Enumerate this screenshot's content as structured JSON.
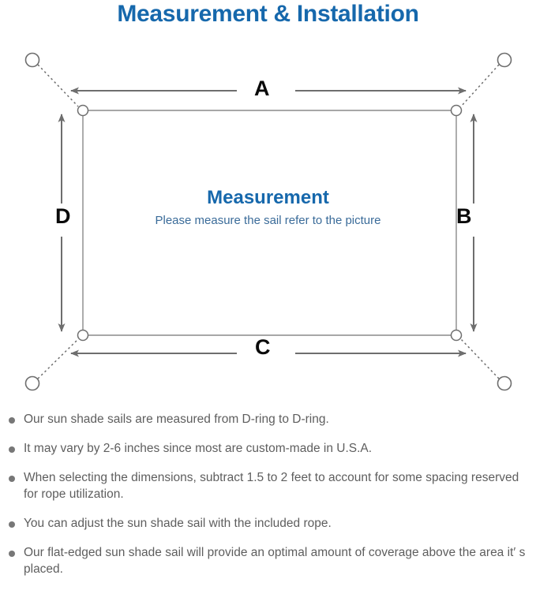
{
  "page": {
    "title": "Measurement & Installation",
    "title_color": "#1668ac",
    "background_color": "#ffffff"
  },
  "diagram": {
    "name": "shade-sail-measurement-diagram",
    "center_title": "Measurement",
    "center_subtitle": "Please measure the sail refer to the picture",
    "center_title_color": "#1668ac",
    "center_subtitle_color": "#3a6b99",
    "line_color": "#6e6e6e",
    "sail_border_color": "#8a8a8a",
    "dimension_labels": [
      {
        "id": "A",
        "label": "A",
        "edge": "top",
        "orientation": "horizontal"
      },
      {
        "id": "B",
        "label": "B",
        "edge": "right",
        "orientation": "vertical"
      },
      {
        "id": "C",
        "label": "C",
        "edge": "bottom",
        "orientation": "horizontal"
      },
      {
        "id": "D",
        "label": "D",
        "edge": "left",
        "orientation": "vertical"
      }
    ],
    "anchors": [
      {
        "id": "top-left",
        "position": "top-left"
      },
      {
        "id": "top-right",
        "position": "top-right"
      },
      {
        "id": "bottom-left",
        "position": "bottom-left"
      },
      {
        "id": "bottom-right",
        "position": "bottom-right"
      }
    ],
    "d_rings": [
      {
        "id": "d-ring-top-left",
        "corner": "top-left"
      },
      {
        "id": "d-ring-top-right",
        "corner": "top-right"
      },
      {
        "id": "d-ring-bottom-left",
        "corner": "bottom-left"
      },
      {
        "id": "d-ring-bottom-right",
        "corner": "bottom-right"
      }
    ]
  },
  "notes": {
    "bullet_color": "#777777",
    "text_color": "#5e5e5e",
    "items": [
      "Our sun shade sails are measured from D-ring to D-ring.",
      "It may vary by 2-6 inches since most are custom-made in U.S.A.",
      "When selecting the dimensions, subtract 1.5 to 2 feet to account for some spacing reserved for rope utilization.",
      "You can adjust the sun shade sail with the included rope.",
      "Our flat-edged sun shade sail will provide an optimal amount of coverage above the area it′ s placed."
    ]
  }
}
